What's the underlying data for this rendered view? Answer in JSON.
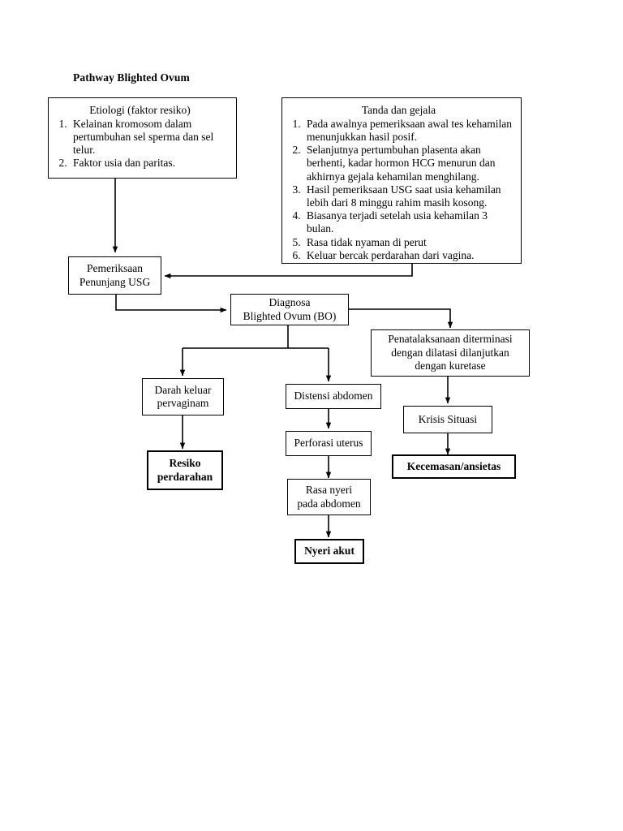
{
  "title": "Pathway Blighted Ovum",
  "nodes": {
    "etiologi": {
      "heading": "Etiologi (faktor resiko)",
      "items": [
        "Kelainan kromosom dalam pertumbuhan sel sperma dan sel telur.",
        "Faktor usia dan paritas."
      ]
    },
    "tanda_gejala": {
      "heading": "Tanda dan gejala",
      "items": [
        "Pada awalnya pemeriksaan awal tes kehamilan menunjukkan hasil posif.",
        "Selanjutnya pertumbuhan plasenta akan berhenti, kadar hormon HCG menurun dan akhirnya gejala kehamilan menghilang.",
        "Hasil pemeriksaan USG saat usia kehamilan lebih dari 8 minggu rahim masih kosong.",
        "Biasanya terjadi setelah usia kehamilan 3 bulan.",
        "Rasa tidak nyaman di perut",
        "Keluar bercak perdarahan dari vagina."
      ]
    },
    "pemeriksaan": {
      "label": "Pemeriksaan\nPenunjang USG"
    },
    "diagnosa": {
      "label": "Diagnosa\nBlighted Ovum (BO)"
    },
    "penatalaksanaan": {
      "label": "Penatalaksanaan diterminasi\ndengan dilatasi dilanjutkan\ndengan kuretase"
    },
    "darah_keluar": {
      "label": "Darah keluar\npervaginam"
    },
    "resiko_perdarahan": {
      "label": "Resiko\nperdarahan"
    },
    "distensi": {
      "label": "Distensi abdomen"
    },
    "perforasi": {
      "label": "Perforasi uterus"
    },
    "rasa_nyeri": {
      "label": "Rasa nyeri\npada abdomen"
    },
    "nyeri_akut": {
      "label": "Nyeri akut"
    },
    "krisis_situasi": {
      "label": "Krisis Situasi"
    },
    "kecemasan": {
      "label": "Kecemasan/ansietas"
    }
  },
  "colors": {
    "line": "#000000",
    "background": "#ffffff",
    "text": "#000000"
  }
}
